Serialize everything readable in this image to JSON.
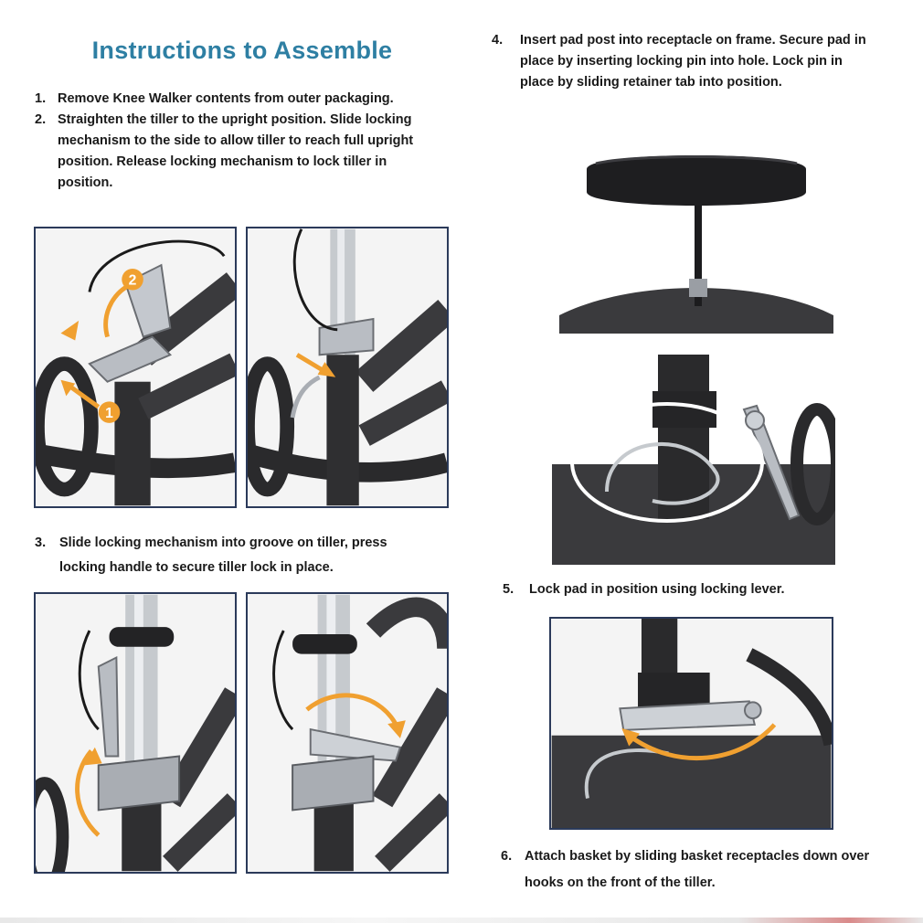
{
  "page": {
    "title": "Instructions to Assemble"
  },
  "steps": [
    {
      "num": "1.",
      "text": "Remove Knee Walker contents from outer packaging."
    },
    {
      "num": "2.",
      "text": "Straighten the tiller to the upright position. Slide locking mechanism to the side to allow tiller to reach full upright position. Release locking mechanism to lock tiller in position."
    },
    {
      "num": "3.",
      "text": "Slide locking mechanism into groove on tiller, press locking handle to secure tiller lock in place."
    },
    {
      "num": "4.",
      "text": "Insert pad post into receptacle on frame.  Secure pad in place by inserting locking pin into hole. Lock pin in place by sliding retainer tab into position."
    },
    {
      "num": "5.",
      "text": "Lock pad in position using locking lever."
    },
    {
      "num": "6.",
      "text": "Attach basket by sliding basket receptacles down over hooks on the front of the tiller."
    }
  ],
  "callouts": {
    "marker_one": "1",
    "marker_two": "2"
  },
  "colors": {
    "title": "#2e7fa3",
    "arrow": "#f0a030",
    "frame_border": "#2b3a5a",
    "frame_metal": "#2c2c2e",
    "chrome": "#b8bcc2"
  }
}
